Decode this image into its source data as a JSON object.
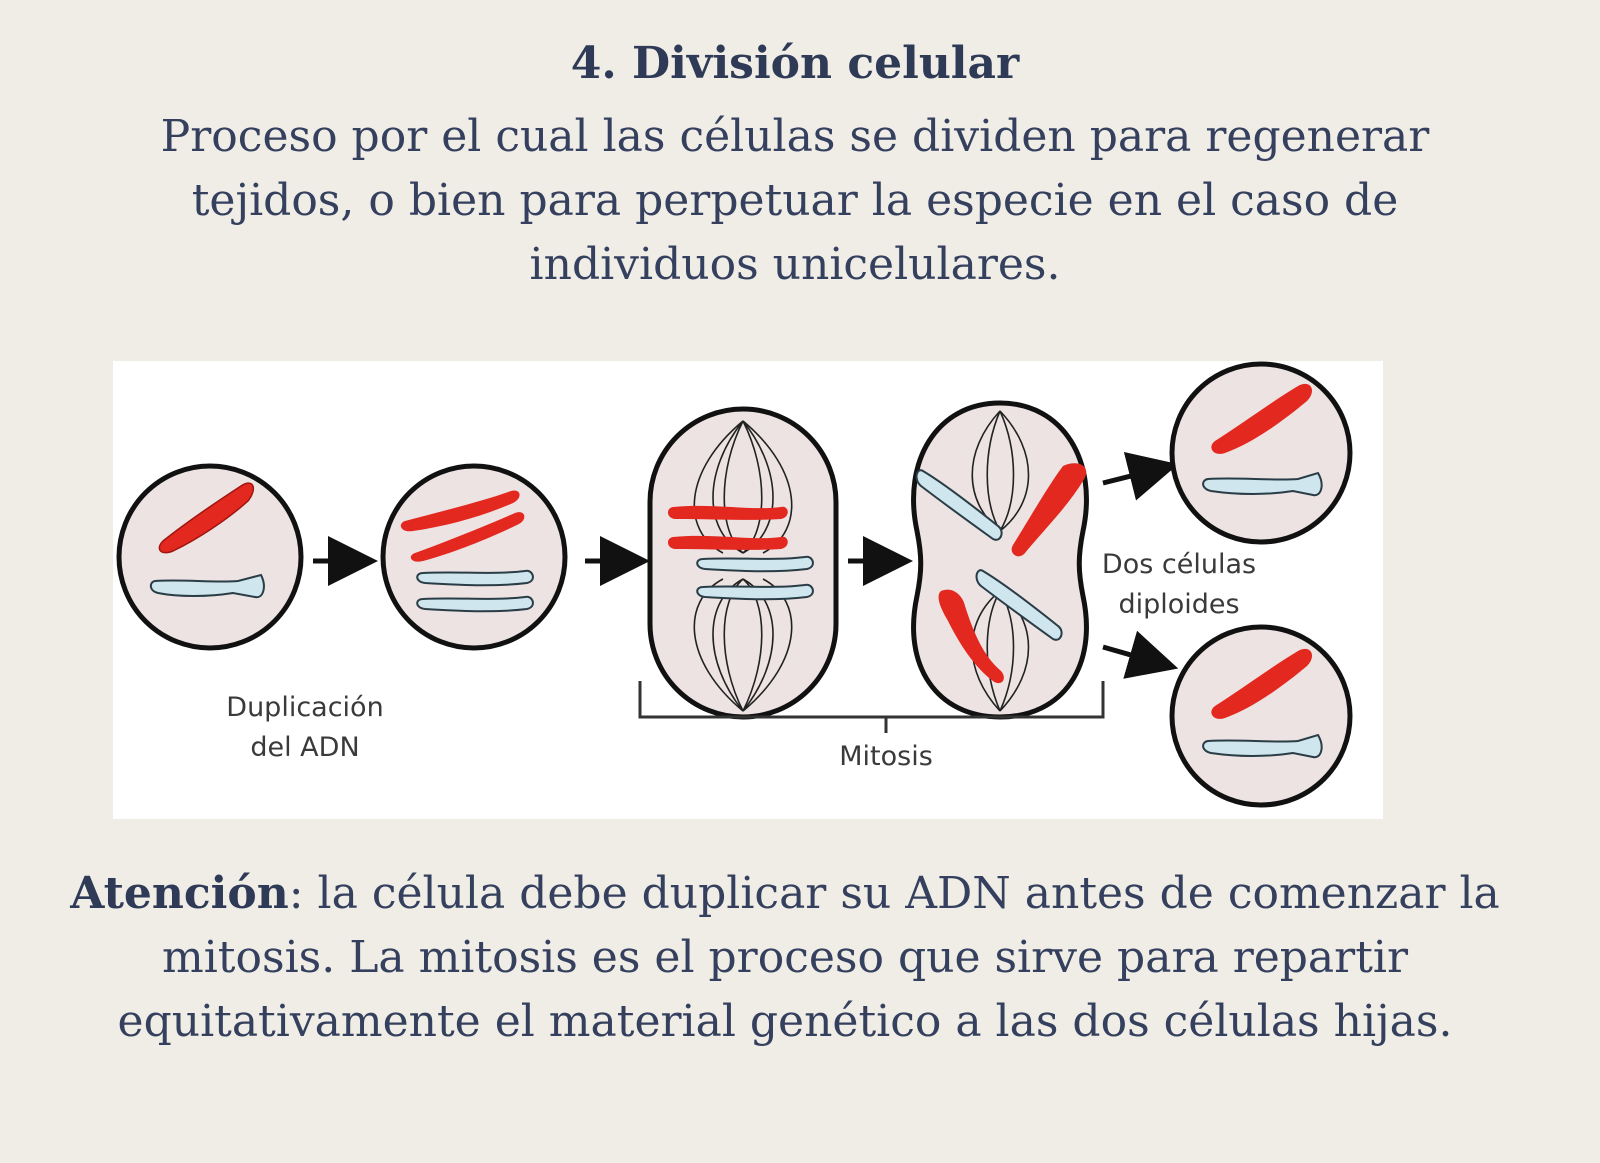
{
  "slide": {
    "title": "4. División celular",
    "intro": "Proceso por el cual las células se dividen para regenerar tejidos, o bien para perpetuar la especie en el caso de individuos unicelulares."
  },
  "diagram": {
    "label_duplication_line1": "Duplicación",
    "label_duplication_line2": "del ADN",
    "label_mitosis": "Mitosis",
    "label_daughters_line1": "Dos células",
    "label_daughters_line2": "diploides",
    "colors": {
      "chromosome_red": "#e3281f",
      "chromosome_blue": "#cfe6ee",
      "cell_fill": "#ede3e3",
      "outline": "#111111"
    }
  },
  "note": {
    "emphasis": "Atención",
    "text": ": la célula debe duplicar su ADN antes de comenzar la mitosis. La mitosis es el proceso que sirve para repartir equitativamente el material genético  a las dos células hijas."
  }
}
